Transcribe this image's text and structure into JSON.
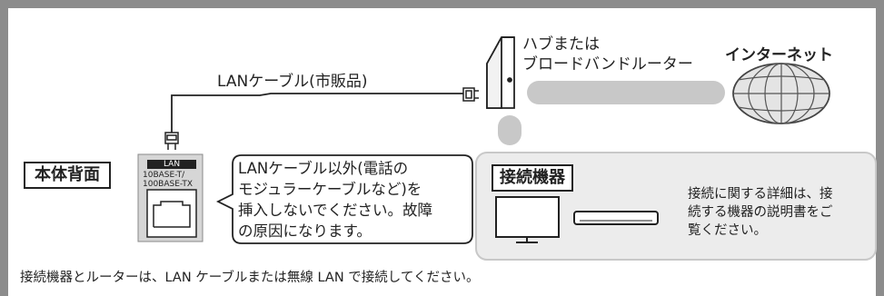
{
  "labels": {
    "cable": "LANケーブル(市販品)",
    "hub_line1": "ハブまたは",
    "hub_line2": "ブロードバンドルーター",
    "internet": "インターネット",
    "body_back": "本体背面",
    "connected_devices": "接続機器",
    "port_title": "LAN",
    "port_spec1": "10BASE-T/",
    "port_spec2": "100BASE-TX",
    "warning_line1": "LANケーブル以外(電話の",
    "warning_line2": "モジュラーケーブルなど)を",
    "warning_line3": "挿入しないでください。故障",
    "warning_line4": "の原因になります。",
    "details_line1": "接続に関する詳細は、接",
    "details_line2": "続する機器の説明書をご",
    "details_line3": "覧ください。",
    "footer_note": "接続機器とルーターは、LAN ケーブルまたは無線 LAN で接続してください。"
  },
  "colors": {
    "frame": "#8c8c8c",
    "connection_bar": "#c8c8c8",
    "devices_panel": "#ececec",
    "dark": "#222222"
  }
}
